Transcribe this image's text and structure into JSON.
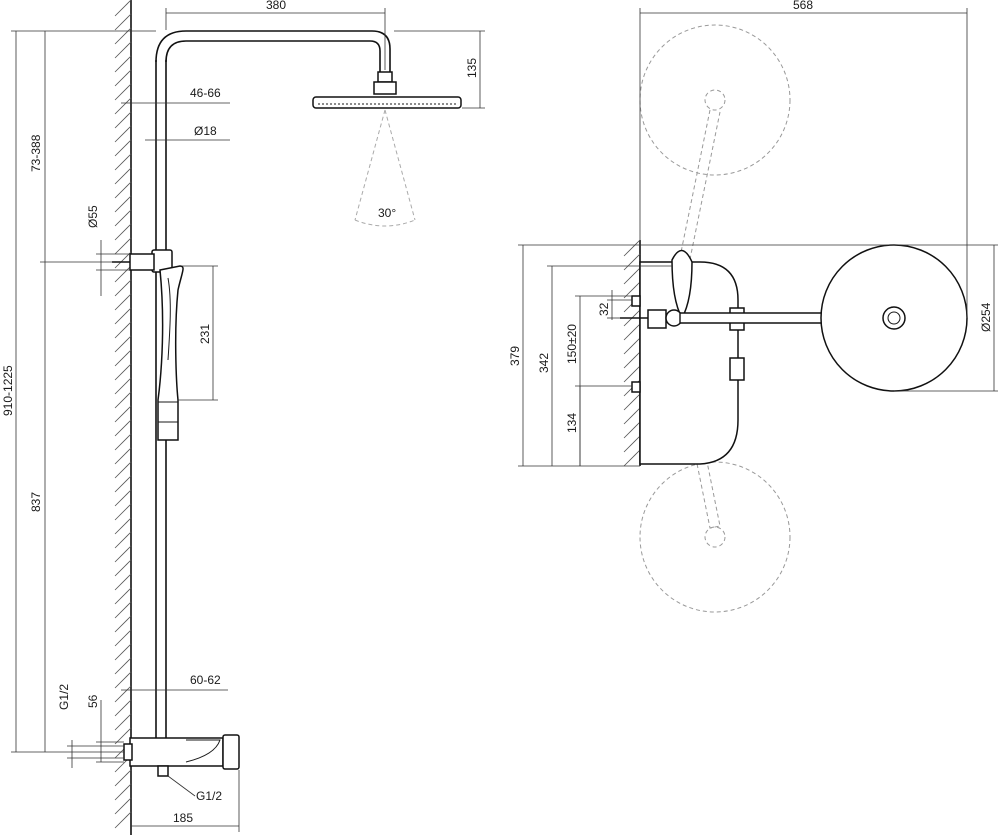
{
  "dimensions": {
    "width_380": "380",
    "height_135": "135",
    "offset_46_66": "46-66",
    "diam_18": "Ø18",
    "spray_angle": "30°",
    "range_73_388": "73-388",
    "diam_55": "Ø55",
    "length_231": "231",
    "range_910_1225": "910-1225",
    "height_837": "837",
    "offset_60_62": "60-62",
    "height_56": "56",
    "thread_left": "G1/2",
    "thread_bottom": "G1/2",
    "depth_185": "185",
    "top_width_568": "568",
    "diam_254": "Ø254",
    "height_379": "379",
    "height_342": "342",
    "dist_150": "150±20",
    "height_32": "32",
    "height_134": "134"
  }
}
